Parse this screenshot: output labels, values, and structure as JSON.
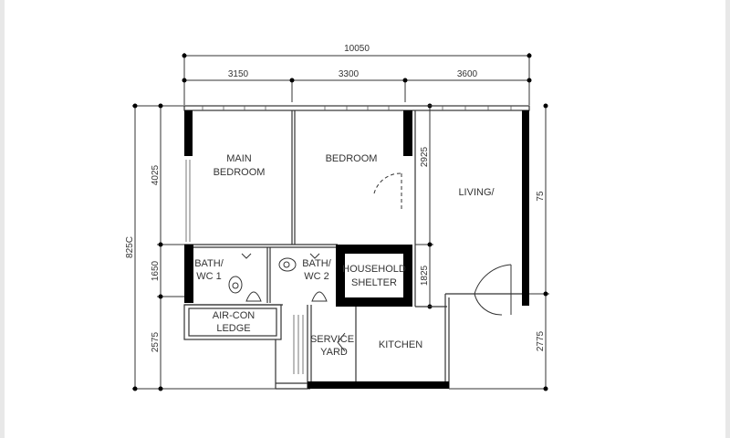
{
  "plan": {
    "dimensions": {
      "top_total": "10050",
      "top_segments": [
        "3150",
        "3300",
        "3600"
      ],
      "left_total": "825C",
      "left_segments": [
        "4025",
        "1650",
        "2575"
      ],
      "mid_segments": [
        "2925",
        "1825"
      ],
      "right_segments": [
        "75",
        "2775"
      ]
    },
    "rooms": {
      "main_bedroom_l1": "MAIN",
      "main_bedroom_l2": "BEDROOM",
      "bedroom": "BEDROOM",
      "living": "LIVING/",
      "bath1_l1": "BATH/",
      "bath1_l2": "WC 1",
      "bath2_l1": "BATH/",
      "bath2_l2": "WC 2",
      "shelter_l1": "HOUSEHOLD",
      "shelter_l2": "SHELTER",
      "aircon_l1": "AIR-CON",
      "aircon_l2": "LEDGE",
      "service_l1": "SERVICE",
      "service_l2": "YARD",
      "kitchen": "KITCHEN"
    },
    "colors": {
      "wall": "#000000",
      "line": "#333333",
      "background": "#ffffff"
    }
  }
}
